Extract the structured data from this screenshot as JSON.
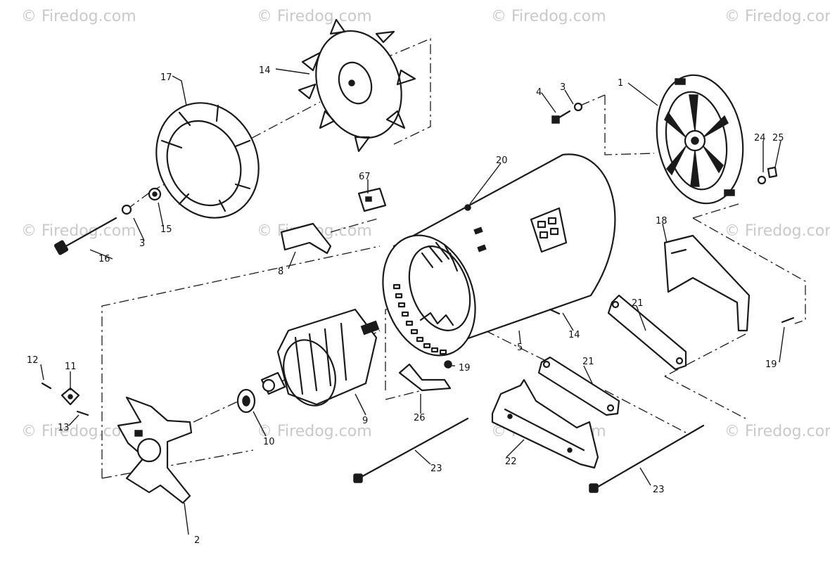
{
  "watermark": {
    "text": "© Firedog.com",
    "color": "#c9c9c9",
    "instances": 11
  },
  "callouts": {
    "c1": "1",
    "c2": "2",
    "c3a": "3",
    "c3b": "3",
    "c4": "4",
    "c5": "5",
    "c8": "8",
    "c9": "9",
    "c10": "10",
    "c11": "11",
    "c12": "12",
    "c13": "13",
    "c14": "14",
    "c15": "15",
    "c16": "16",
    "c17": "17",
    "c18": "18",
    "c19a": "19",
    "c19b": "19",
    "c20": "20",
    "c21a": "21",
    "c21b": "21",
    "c22": "22",
    "c23a": "23",
    "c23b": "23",
    "c24": "24",
    "c25": "25",
    "c26": "26",
    "c67": "67",
    "c14b": "14"
  }
}
